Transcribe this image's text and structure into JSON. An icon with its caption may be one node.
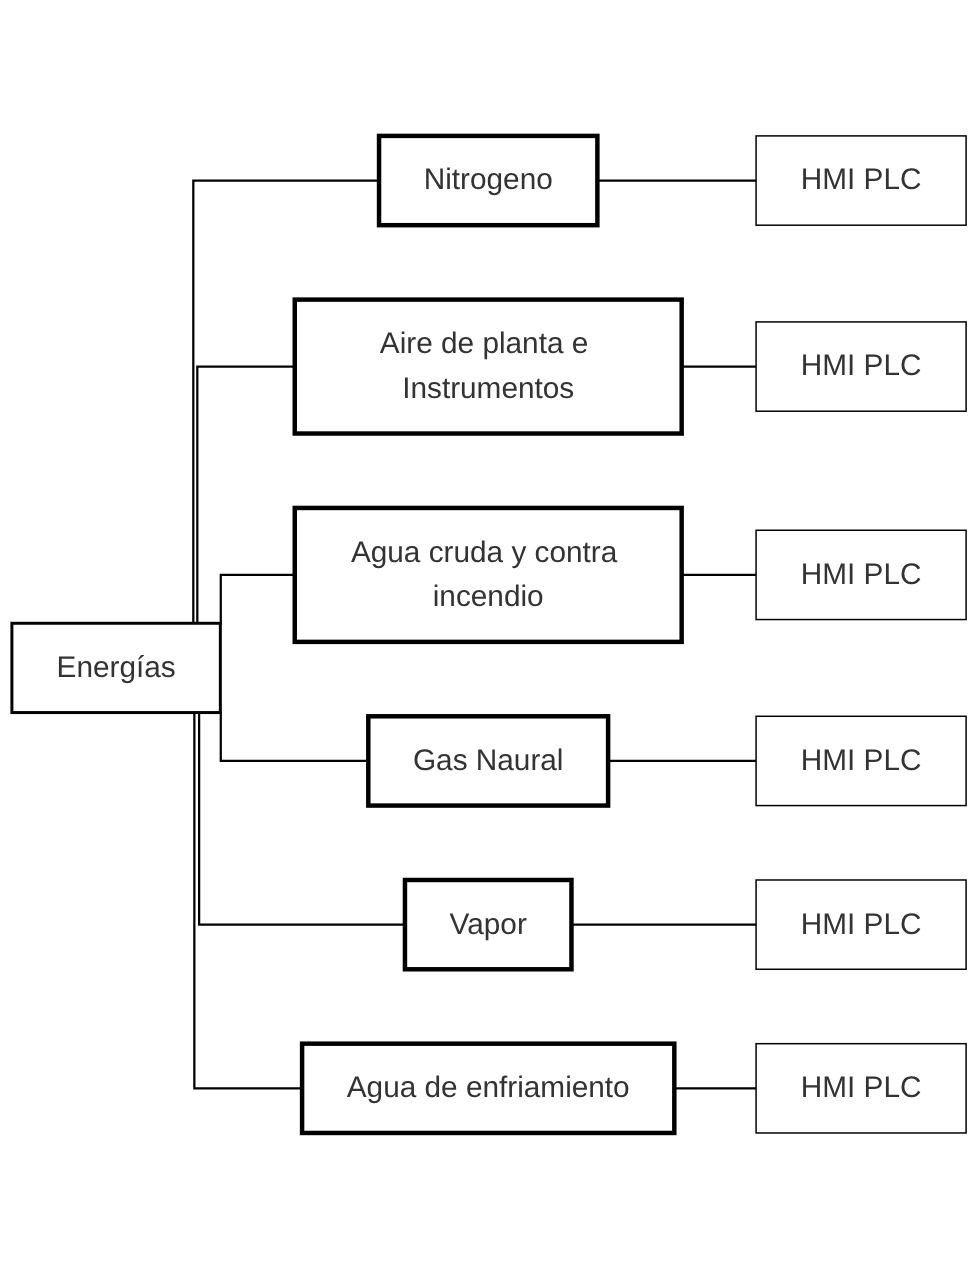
{
  "diagram": {
    "nodes": [
      {
        "text": [
          "Energías"
        ]
      },
      {
        "text": [
          "Nitrogeno"
        ]
      },
      {
        "text": [
          "HMI PLC"
        ]
      },
      {
        "text": [
          "Aire de planta e Instrumentos"
        ]
      },
      {
        "text": [
          "HMI PLC"
        ]
      },
      {
        "text": [
          "Agua cruda y contra incendio"
        ]
      },
      {
        "text": [
          "HMI PLC"
        ]
      },
      {
        "text": [
          "Gas Naural"
        ]
      },
      {
        "text": [
          "HMI PLC"
        ]
      },
      {
        "text": [
          "Vapor"
        ]
      },
      {
        "text": [
          "HMI PLC"
        ]
      },
      {
        "text": [
          "Agua de enfriamiento"
        ]
      },
      {
        "text": [
          "HMI PLC"
        ]
      }
    ],
    "edges": [
      {
        "from": 0,
        "to": 1,
        "arrow": "none"
      },
      {
        "from": 0,
        "to": 3,
        "arrow": "none"
      },
      {
        "from": 0,
        "to": 5,
        "arrow": "none"
      },
      {
        "from": 0,
        "to": 7,
        "arrow": "none"
      },
      {
        "from": 0,
        "to": 9,
        "arrow": "none"
      },
      {
        "from": 0,
        "to": 11,
        "arrow": "none"
      },
      {
        "from": 1,
        "to": 2,
        "arrow": "none"
      },
      {
        "from": 3,
        "to": 4,
        "arrow": "none"
      },
      {
        "from": 5,
        "to": 6,
        "arrow": "none"
      },
      {
        "from": 7,
        "to": 8,
        "arrow": "none"
      },
      {
        "from": 9,
        "to": 10,
        "arrow": "none"
      },
      {
        "from": 11,
        "to": 12,
        "arrow": "none"
      }
    ]
  }
}
